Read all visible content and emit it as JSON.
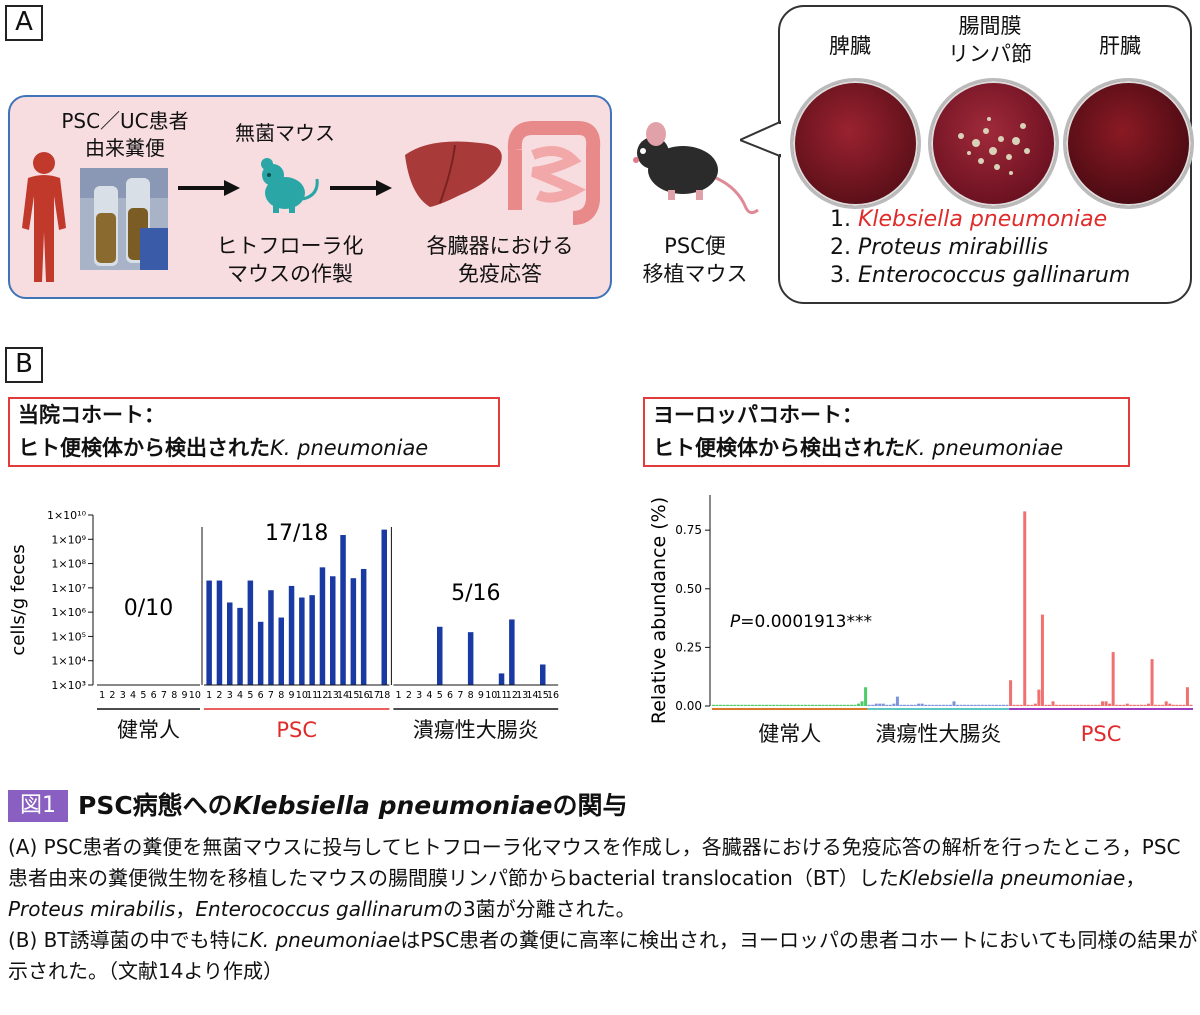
{
  "panelA": {
    "letter": "A",
    "source_label_1": "PSC／UC患者",
    "source_label_2": "由来糞便",
    "germfree_label": "無菌マウス",
    "humanized_label_1": "ヒトフローラ化",
    "humanized_label_2": "マウスの作製",
    "immune_label_1": "各臓器における",
    "immune_label_2": "免疫応答",
    "transplant_label_1": "PSC便",
    "transplant_label_2": "移植マウス",
    "organs": [
      "脾臓",
      "腸間膜",
      "リンパ節",
      "肝臓"
    ],
    "bacteria": [
      {
        "num": "1. ",
        "name": "Klebsiella pneumoniae"
      },
      {
        "num": "2. ",
        "name": "Proteus mirabillis"
      },
      {
        "num": "3. ",
        "name": "Enterococcus gallinarum"
      }
    ]
  },
  "panelB": {
    "letter": "B",
    "left_title_1": "当院コホート：",
    "left_title_2": "ヒト便検体から検出された",
    "left_title_2_ital": "K. pneumoniae",
    "right_title_1": "ヨーロッパコホート：",
    "right_title_2": "ヒト便検体から検出された",
    "right_title_2_ital": "K. pneumoniae"
  },
  "chart_data": [
    {
      "type": "bar",
      "ylabel": "cells/g feces",
      "yscale": "log",
      "ylim": [
        1000,
        10000000000
      ],
      "ytick_labels": [
        "1×10¹⁰",
        "1×10⁹",
        "1×10⁸",
        "1×10⁷",
        "1×10⁶",
        "1×10⁵",
        "1×10⁴",
        "1×10³"
      ],
      "color": "#1a3aa3",
      "groups": [
        {
          "name": "健常人",
          "fraction": "0/10",
          "color": "#111111",
          "categories": [
            "1",
            "2",
            "3",
            "4",
            "5",
            "6",
            "7",
            "8",
            "9",
            "10"
          ],
          "values": [
            null,
            null,
            null,
            null,
            null,
            null,
            null,
            null,
            null,
            null
          ]
        },
        {
          "name": "PSC",
          "fraction": "17/18",
          "color": "#e02b2b",
          "categories": [
            "1",
            "2",
            "3",
            "4",
            "5",
            "6",
            "7",
            "8",
            "9",
            "10",
            "11",
            "12",
            "13",
            "14",
            "15",
            "16",
            "17",
            "18"
          ],
          "values": [
            20000000,
            20000000,
            2500000,
            1500000,
            20000000,
            400000,
            8000000,
            600000,
            12000000,
            4000000,
            5000000,
            70000000,
            30000000,
            1500000000,
            25000000,
            60000000,
            null,
            2500000000
          ]
        },
        {
          "name": "潰瘍性大腸炎",
          "fraction": "5/16",
          "color": "#111111",
          "categories": [
            "1",
            "2",
            "3",
            "4",
            "5",
            "6",
            "7",
            "8",
            "9",
            "10",
            "11",
            "12",
            "13",
            "14",
            "15",
            "16"
          ],
          "values": [
            null,
            null,
            null,
            null,
            250000,
            null,
            null,
            150000,
            null,
            null,
            3000,
            500000,
            null,
            null,
            7000,
            null
          ]
        }
      ]
    },
    {
      "type": "bar",
      "ylabel": "Relative abundance (%)",
      "ylim": [
        0,
        0.9
      ],
      "yticks": [
        "0.00",
        "0.25",
        "0.50",
        "0.75"
      ],
      "annotation_p": "P",
      "annotation_value": "=0.0001913***",
      "groups": [
        {
          "name": "健常人",
          "color": "#d97a2b",
          "bar_color": "#3cc65a",
          "values": [
            0,
            0,
            0,
            0,
            0,
            0,
            0,
            0,
            0,
            0,
            0,
            0,
            0,
            0,
            0,
            0,
            0,
            0,
            0,
            0,
            0,
            0,
            0,
            0,
            0,
            0,
            0,
            0,
            0,
            0,
            0,
            0,
            0,
            0,
            0,
            0,
            0,
            0,
            0,
            0,
            0,
            0.01,
            0.02,
            0.08
          ]
        },
        {
          "name": "潰瘍性大腸炎",
          "color": "#5ec7c4",
          "bar_color": "#6f88d6",
          "values": [
            0,
            0,
            0.01,
            0.01,
            0.01,
            0,
            0,
            0.01,
            0.04,
            0,
            0,
            0,
            0,
            0,
            0.01,
            0.01,
            0,
            0,
            0,
            0,
            0,
            0,
            0,
            0,
            0.02,
            0,
            0,
            0,
            0,
            0,
            0,
            0,
            0,
            0,
            0,
            0,
            0,
            0,
            0,
            0
          ]
        },
        {
          "name": "PSC",
          "color": "#a03cc4",
          "bar_color": "#f06060",
          "values": [
            0.11,
            0,
            0,
            0,
            0.83,
            0,
            0,
            0.01,
            0.07,
            0.39,
            0,
            0,
            0.02,
            0,
            0,
            0,
            0,
            0,
            0,
            0,
            0,
            0,
            0,
            0,
            0,
            0,
            0.02,
            0.02,
            0.01,
            0.23,
            0,
            0,
            0,
            0.01,
            0,
            0,
            0,
            0,
            0,
            0.01,
            0.2,
            0,
            0,
            0,
            0.02,
            0.01,
            0,
            0,
            0,
            0,
            0.08,
            0
          ]
        }
      ]
    }
  ],
  "caption": {
    "label": "図1",
    "title_prefix": "PSC病態への",
    "title_ital": "Klebsiella pneumoniae",
    "title_suffix": "の関与",
    "line1": "(A) PSC患者の糞便を無菌マウスに投与してヒトフローラ化マウスを作成し，各臓器における免疫応答の解析を行ったところ，PSC患者由来の糞便微生物を移植したマウスの腸間膜リンパ節からbacterial translocation（BT）した",
    "line1_ital_a": "Klebsiella pneumoniae",
    "line1_sep_a": "，",
    "line1_ital_b": "Proteus mirabilis",
    "line1_sep_b": "，",
    "line1_ital_c": "Enterococcus gallinarum",
    "line1_tail": "の3菌が分離された。",
    "line2_a": "(B) BT誘導菌の中でも特に",
    "line2_ital": "K. pneumoniae",
    "line2_b": "はPSC患者の糞便に高率に検出され，ヨーロッパの患者コホートにおいても同様の結果が示された。（文献14より作成）"
  },
  "colors": {
    "box_fill": "#f7dde0",
    "box_border": "#3f74b8",
    "bar_blue": "#1a3aa3",
    "psc_red": "#e02b2b",
    "caption_purple": "#8a5fc2"
  }
}
